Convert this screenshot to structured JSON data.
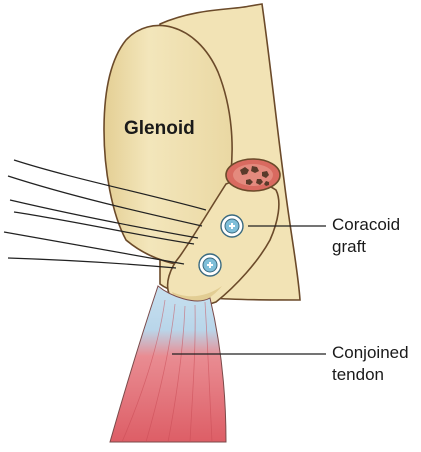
{
  "labels": {
    "glenoid": "Glenoid",
    "coracoid_graft": [
      "Coracoid",
      "graft"
    ],
    "conjoined_tendon": [
      "Conjoined",
      "tendon"
    ]
  },
  "colors": {
    "bone_fill": "#f1e2b2",
    "bone_shadow": "#e2cd93",
    "bone_outline": "#6b4a2a",
    "tendon_red": "#e0696f",
    "tendon_blue": "#bcd8ea",
    "screw": "#7fbfd9",
    "suture": "#222222"
  },
  "icons": {
    "screw": "screw-icon",
    "cancellous_bone": "cancellous-bone-icon"
  }
}
